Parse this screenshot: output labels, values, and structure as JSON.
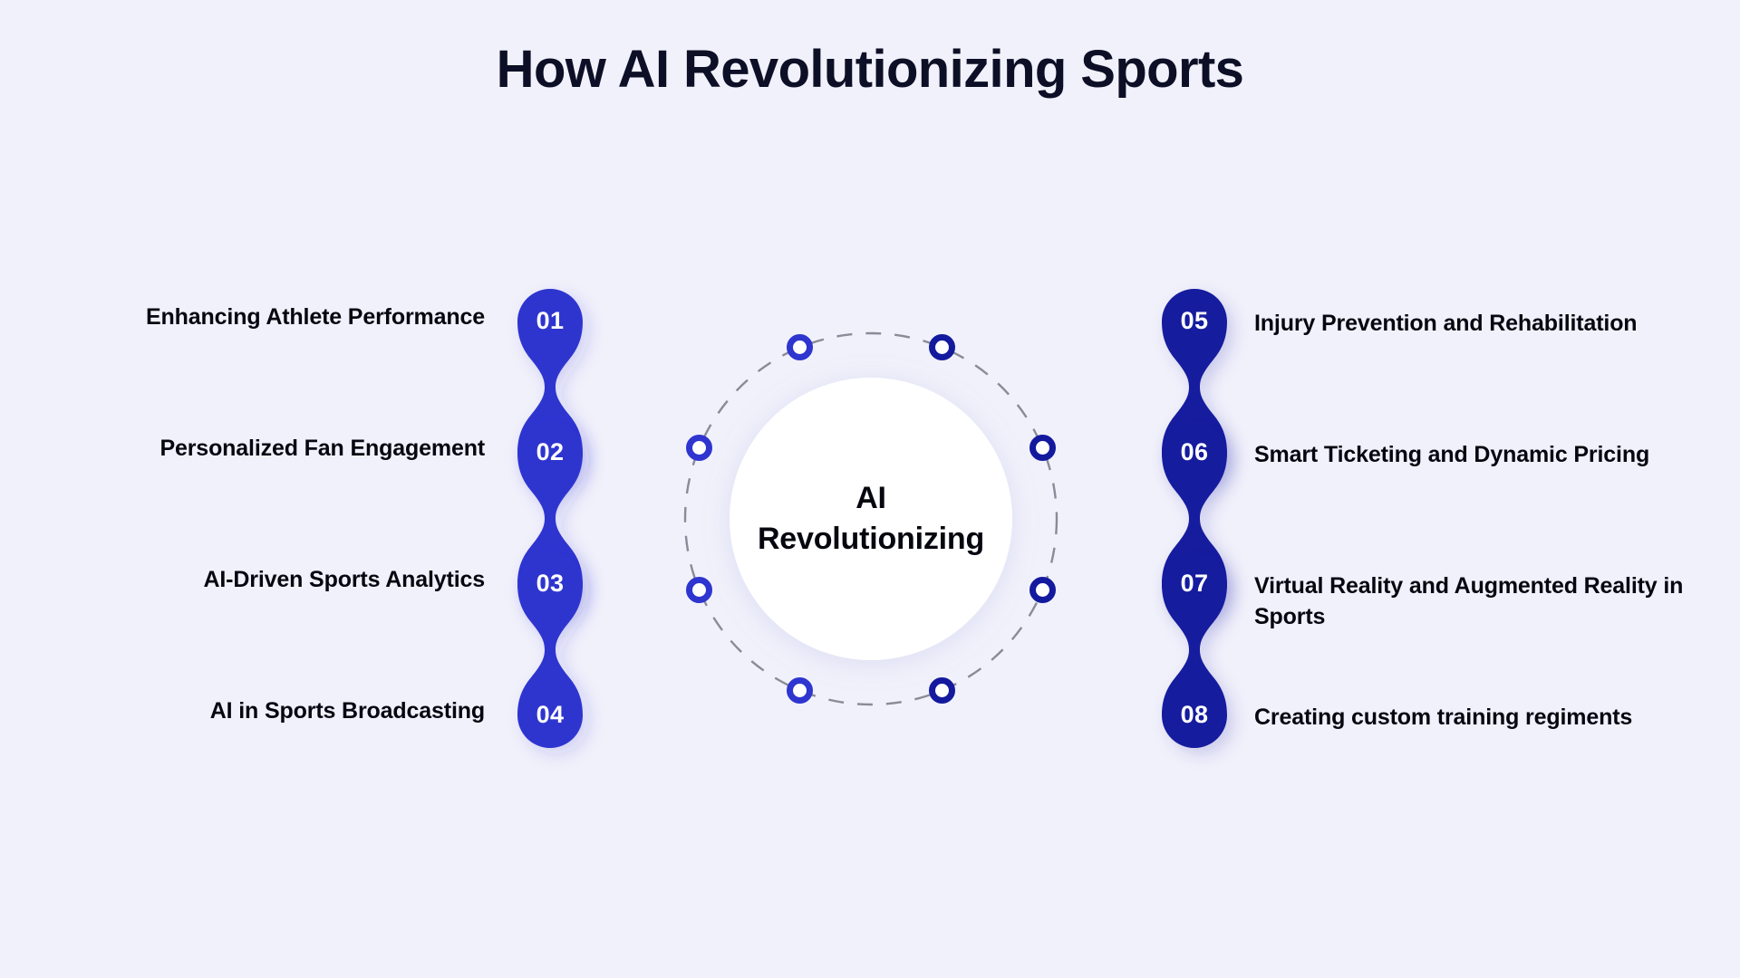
{
  "page": {
    "title": "How AI Revolutionizing Sports",
    "background_color": "#f1f1fb",
    "title_color": "#0d0f26",
    "label_color": "#06070f"
  },
  "center": {
    "line1": "AI",
    "line2": "Revolutionizing",
    "circle_color": "#ffffff",
    "dashed_ring_color": "#8a8a99"
  },
  "colors": {
    "left_accent": "#2f35cf",
    "right_accent": "#141a9e",
    "bead_number_color": "#ffffff"
  },
  "left_chain": {
    "accent": "#2f35cf",
    "items": [
      {
        "number": "01",
        "label": "Enhancing Athlete Performance"
      },
      {
        "number": "02",
        "label": "Personalized Fan Engagement"
      },
      {
        "number": "03",
        "label": "AI-Driven Sports Analytics"
      },
      {
        "number": "04",
        "label": "AI in Sports Broadcasting"
      }
    ]
  },
  "right_chain": {
    "accent": "#141a9e",
    "items": [
      {
        "number": "05",
        "label": "Injury Prevention and Rehabilitation"
      },
      {
        "number": "06",
        "label": "Smart Ticketing and Dynamic Pricing"
      },
      {
        "number": "07",
        "label": "Virtual Reality and Augmented Reality in Sports"
      },
      {
        "number": "08",
        "label": "Creating custom training regiments"
      }
    ]
  },
  "orbit_markers": {
    "count": 8,
    "left_color": "#2f35cf",
    "right_color": "#141a9e"
  }
}
